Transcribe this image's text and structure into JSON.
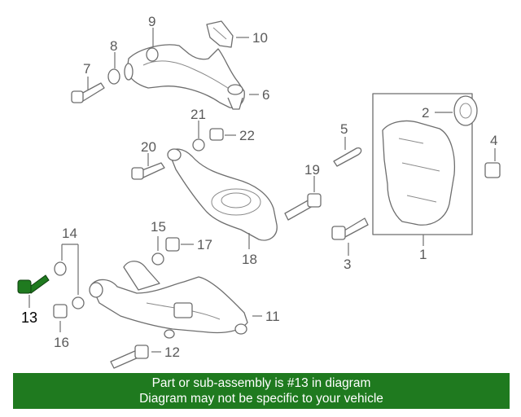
{
  "callouts": {
    "c1": "1",
    "c2": "2",
    "c3": "3",
    "c4": "4",
    "c5": "5",
    "c6": "6",
    "c7": "7",
    "c8": "8",
    "c9": "9",
    "c10": "10",
    "c11": "11",
    "c12": "12",
    "c13": "13",
    "c14": "14",
    "c15": "15",
    "c16": "16",
    "c17": "17",
    "c18": "18",
    "c19": "19",
    "c20": "20",
    "c21": "21",
    "c22": "22"
  },
  "highlight": {
    "part": "13",
    "color": "#1f7a1f"
  },
  "banner": {
    "line1": "Part or sub-assembly is #13 in diagram",
    "line2": "Diagram may not be specific to your vehicle"
  }
}
